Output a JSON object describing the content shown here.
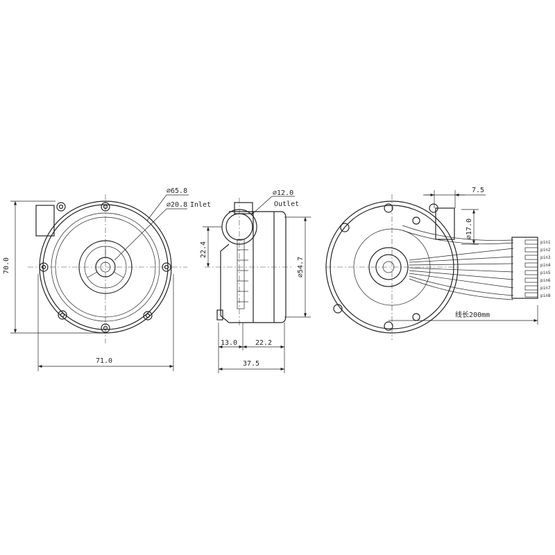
{
  "front_view": {
    "outer_diameter": "⌀65.8",
    "inlet_diameter": "⌀20.8",
    "inlet_label": "Inlet",
    "height": "70.0",
    "width": "71.0"
  },
  "side_view": {
    "outlet_diameter": "⌀12.0",
    "outlet_label": "Outlet",
    "outlet_offset": "22.4",
    "body_diameter": "⌀54.7",
    "depth_front": "13.0",
    "depth_rear": "22.2",
    "depth_total": "37.5"
  },
  "rear_view": {
    "outlet_width": "7.5",
    "outlet_diameter": "⌀17.0",
    "cable_length": "线长200mm",
    "pins": [
      "pin1",
      "pin2",
      "pin3",
      "pin4",
      "pin5",
      "pin6",
      "pin7",
      "pin8"
    ]
  }
}
